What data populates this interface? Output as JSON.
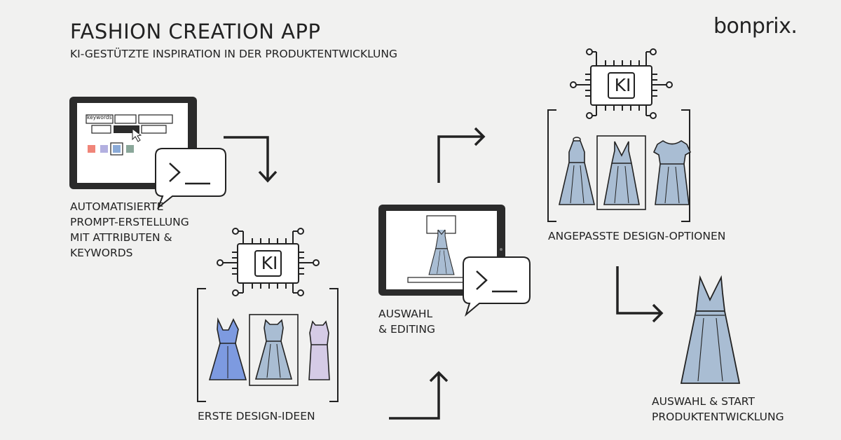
{
  "header": {
    "title": "FASHION CREATION APP",
    "subtitle": "KI-GESTÜTZTE INSPIRATION IN DER PRODUKTENTWICKLUNG",
    "brand": "bonprix."
  },
  "steps": [
    {
      "label": "AUTOMATISIERTE\nPROMPT-ERSTELLUNG\nMIT ATTRIBUTEN &\nKEYWORDS",
      "keyword_chip": "keywords"
    },
    {
      "label": "ERSTE DESIGN-IDEEN",
      "chip": "KI"
    },
    {
      "label": "AUSWAHL\n& EDITING"
    },
    {
      "label": "ANGEPASSTE DESIGN-OPTIONEN",
      "chip": "KI"
    },
    {
      "label": "AUSWAHL & START\nPRODUKTENTWICKLUNG"
    }
  ],
  "prompt_symbol": ">_",
  "colors": {
    "background": "#f1f1f0",
    "line": "#222222",
    "dress_blue": "#a9bdd3",
    "dress_royal": "#7d9ae0",
    "dress_lilac": "#d5cbe6",
    "swatch_red": "#f08579",
    "swatch_lilac": "#b3b0e0",
    "swatch_blue": "#8aaad8",
    "swatch_green": "#8aa79a"
  },
  "icons": [
    "tablet-icon",
    "terminal-bubble-icon",
    "ki-chip-icon",
    "dress-icon",
    "cursor-icon",
    "arrow-icon"
  ]
}
